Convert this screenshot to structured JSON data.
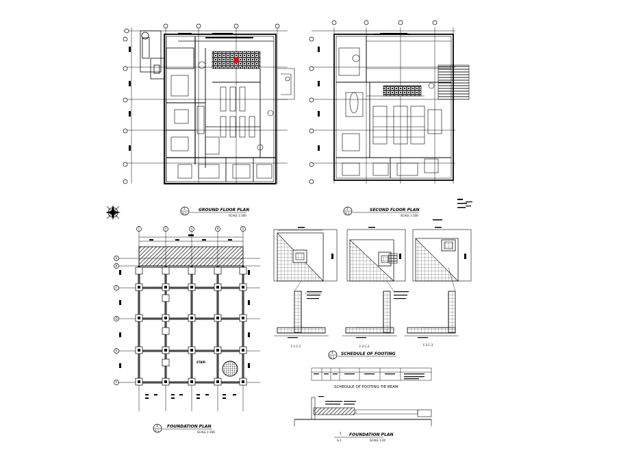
{
  "drawing": {
    "ground_floor": {
      "title": "GROUND FLOOR PLAN",
      "scale": "SCALE 1:100",
      "num": "1",
      "sheet": "A-1"
    },
    "second_floor": {
      "title": "SECOND FLOOR PLAN",
      "scale": "SCALE 1:100",
      "num": "2",
      "sheet": "A-1"
    },
    "foundation_plan": {
      "title": "FOUNDATION PLAN",
      "scale": "SCALE 1:100",
      "num": "3",
      "sheet": "S-1"
    },
    "schedule_of_footing": {
      "title": "SCHEDULE OF FOOTING",
      "num": "4",
      "sheet": "S-1",
      "footings": [
        "F-1",
        "F-2",
        "F-3"
      ],
      "footing_labels": [
        "F-1  C-1",
        "F-2  C-2",
        "F-3  C-3"
      ]
    },
    "tie_beam_schedule": {
      "title": "SCHEDULE OF FOOTING TIE BEAM"
    },
    "foundation_detail": {
      "title": "FOUNDATION PLAN",
      "num": "5",
      "sheet": "S-1",
      "scale": "SCALE 1:20"
    },
    "stair_label": "STAIR",
    "grid_letters": [
      "A",
      "B",
      "C",
      "D",
      "E",
      "F"
    ],
    "grid_numbers": [
      "1",
      "2",
      "3",
      "4",
      "5"
    ],
    "accent_color": "#ff0000",
    "line_color": "#000000"
  }
}
